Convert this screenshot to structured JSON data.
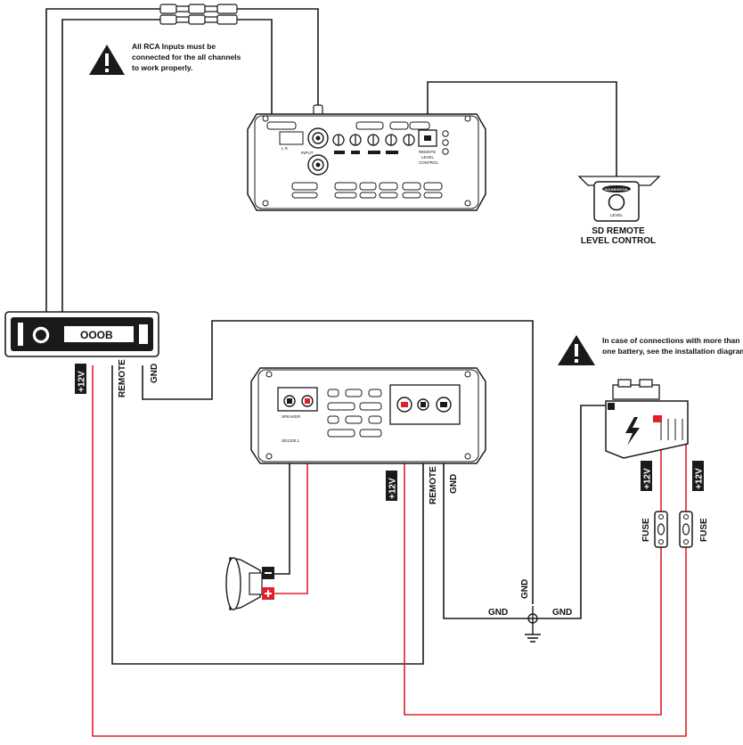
{
  "labels": {
    "rca_note_1": "All RCA Inputs must be",
    "rca_note_2": "connected for the all channels",
    "rca_note_3": "to work properly.",
    "battery_note_1": "In case of connections with more than",
    "battery_note_2": "one battery, see the installation diagram",
    "remote_name_1": "SD REMOTE",
    "remote_name_2": "LEVEL CONTROL",
    "remote_brand": "SOUNDIGITAL",
    "remote_knob_label": "LEVEL",
    "hu_plus12v": "+12V",
    "hu_remote": "REMOTE",
    "hu_gnd": "GND",
    "amp_plus12v": "+12V",
    "amp_remote": "REMOTE",
    "amp_gnd": "GND",
    "batt_plus12v_left": "+12V",
    "batt_plus12v_right": "+12V",
    "fuse_left": "FUSE",
    "fuse_right": "FUSE",
    "ground_gnd_top": "GND",
    "ground_gnd_left": "GND",
    "ground_gnd_right": "GND",
    "speaker_minus": "−",
    "speaker_plus": "+",
    "headunit_display": "OOOB",
    "amp_input": "INPUT",
    "amp_remote_level_control_1": "REMOTE",
    "amp_remote_level_control_2": "LEVEL",
    "amp_remote_level_control_3": "CONTROL",
    "amp_speaker": "SPEAKER",
    "amp_model": "SD1200.1",
    "amp_input_channels": "L      R"
  },
  "colors": {
    "wire_black": "#1a1a1a",
    "wire_red": "#e0202a",
    "tag_bg": "#1a1a1a",
    "plus_red": "#e0202a",
    "warning": "#1a1a1a"
  },
  "icons": {
    "warning": "warning-triangle-icon",
    "ground": "ground-symbol-icon",
    "lightning": "lightning-icon"
  }
}
